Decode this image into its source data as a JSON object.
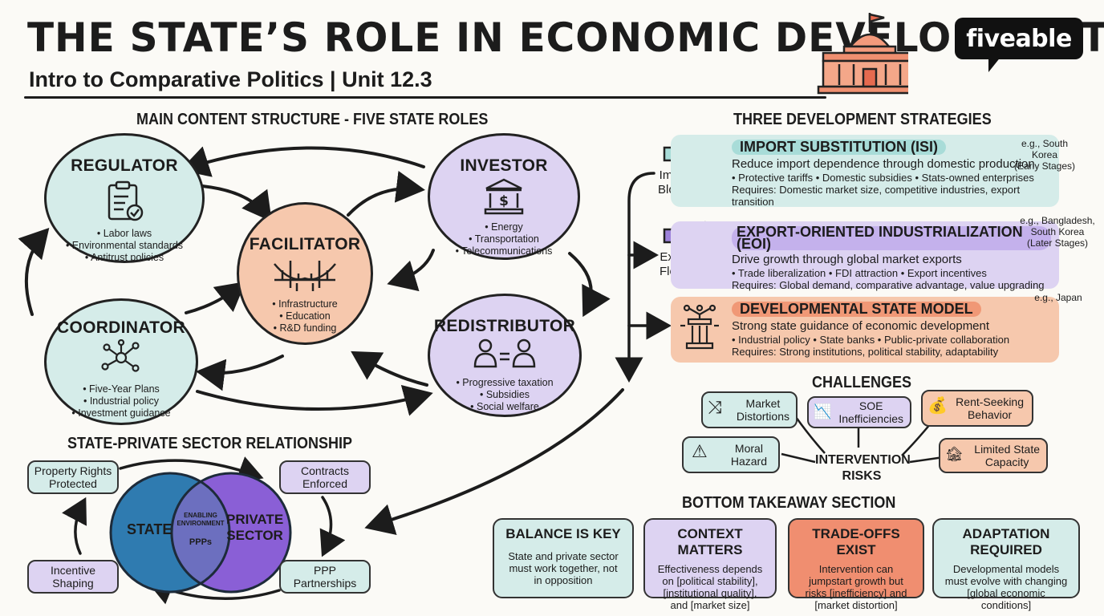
{
  "header": {
    "title": "THE STATE’S ROLE IN ECONOMIC DEVELOPMENT",
    "subtitle": "Intro to Comparative Politics | Unit 12.3",
    "logo": "fiveable"
  },
  "roles": {
    "heading": "MAIN CONTENT STRUCTURE - FIVE STATE ROLES",
    "regulator": {
      "title": "REGULATOR",
      "items": [
        "• Labor laws",
        "• Environmental standards",
        "• Antitrust policies"
      ],
      "icon": "clipboard-check-icon"
    },
    "investor": {
      "title": "INVESTOR",
      "items": [
        "• Energy",
        "• Transportation",
        "• Telecommunications"
      ],
      "icon": "bank-dollar-icon"
    },
    "facilitator": {
      "title": "FACILITATOR",
      "items": [
        "• Infrastructure",
        "• Education",
        "• R&D funding"
      ],
      "icon": "bridge-icon"
    },
    "coordinator": {
      "title": "COORDINATOR",
      "items": [
        "• Five-Year Plans",
        "• Industrial policy",
        "• Investment guidance"
      ],
      "icon": "network-icon"
    },
    "redistributor": {
      "title": "REDISTRIBUTOR",
      "items": [
        "• Progressive taxation",
        "• Subsidies",
        "• Social welfare"
      ],
      "icon": "people-equal-icon"
    }
  },
  "relationship": {
    "heading": "STATE-PRIVATE SECTOR RELATIONSHIP",
    "state": "STATE",
    "private": [
      "PRIVATE",
      "SECTOR"
    ],
    "overlap": [
      "ENABLING",
      "ENVIRONMENT"
    ],
    "overlap_ppp": "PPPs",
    "boxes": {
      "property": [
        "Property Rights",
        "Protected"
      ],
      "contracts": [
        "Contracts",
        "Enforced"
      ],
      "ppp": [
        "PPP",
        "Partnerships"
      ],
      "incentive": [
        "Incentive",
        "Shaping"
      ]
    }
  },
  "strategies": {
    "heading": "THREE DEVELOPMENT STRATEGIES",
    "imports_label": [
      "Imports",
      "Blocked"
    ],
    "exports_label": [
      "Exports",
      "Flowing"
    ],
    "isi": {
      "title": "IMPORT SUBSTITUTION (ISI)",
      "desc": "Reduce import dependence through domestic production",
      "bullets": "• Protective tariffs  • Domestic subsidies  • Stats-owned enterprises",
      "requires": "Requires: Domestic market size, competitive industries, export transition",
      "example": [
        "e.g., South Korea",
        "(Early Stages)"
      ]
    },
    "eoi": {
      "title": "EXPORT-ORIENTED INDUSTRIALIZATION (EOI)",
      "desc": "Drive growth through global market exports",
      "bullets": "• Trade liberalization  • FDI attraction  • Export incentives",
      "requires": "Requires: Global demand, comparative advantage, value upgrading",
      "example": [
        "e.g., Bangladesh,",
        "South Korea",
        "(Later Stages)"
      ]
    },
    "dev": {
      "title": "DEVELOPMENTAL STATE MODEL",
      "desc": "Strong state guidance of economic development",
      "bullets": "• Industrial policy  • State banks  • Public-private collaboration",
      "requires": "Requires: Strong institutions, political stability, adaptability",
      "example": [
        "e.g., Japan"
      ]
    }
  },
  "challenges": {
    "heading": "CHALLENGES",
    "center": [
      "INTERVENTION",
      "RISKS"
    ],
    "market": [
      "Market",
      "Distortions"
    ],
    "soe": [
      "SOE",
      "Inefficiencies"
    ],
    "rent": [
      "Rent-Seeking",
      "Behavior"
    ],
    "moral": [
      "Moral",
      "Hazard"
    ],
    "limited": [
      "Limited State",
      "Capacity"
    ]
  },
  "takeaways": {
    "heading": "BOTTOM TAKEAWAY SECTION",
    "items": [
      {
        "title": "BALANCE IS KEY",
        "body": [
          "State and private sector",
          "must work together, not",
          "in opposition"
        ]
      },
      {
        "title": "CONTEXT MATTERS",
        "body": [
          "Effectiveness depends",
          "on [political stability],",
          "[institutional quality],",
          "and [market size]"
        ]
      },
      {
        "title": "TRADE-OFFS EXIST",
        "body": [
          "Intervention can",
          "jumpstart growth but",
          "risks [inefficiency] and",
          "[market distortion]"
        ]
      },
      {
        "title": "ADAPTATION REQUIRED",
        "body": [
          "Developmental models",
          "must evolve with changing",
          "[global economic",
          "conditions]"
        ]
      }
    ]
  },
  "colors": {
    "teal": "#d5ece9",
    "purple": "#ddd3f2",
    "orange": "#f6c8ad",
    "ink": "#1c1c1c"
  }
}
